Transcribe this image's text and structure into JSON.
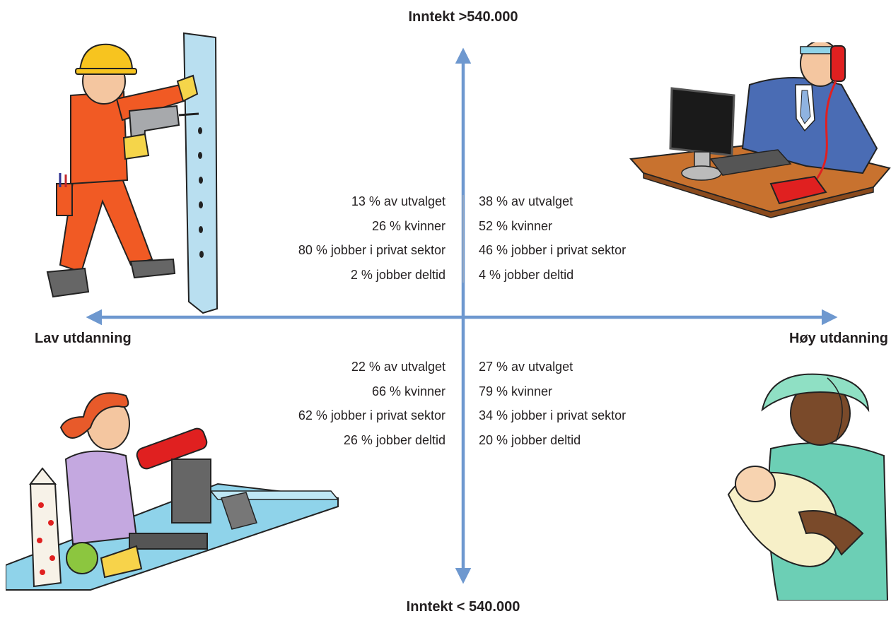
{
  "axes": {
    "top": "Inntekt >540.000",
    "bottom": "Inntekt < 540.000",
    "left": "Lav utdanning",
    "right": "Høy utdanning"
  },
  "quadrants": {
    "top_left": [
      "13 % av utvalget",
      "26 % kvinner",
      "80 % jobber i privat sektor",
      "2 % jobber deltid"
    ],
    "top_right": [
      "38 % av utvalget",
      "52 % kvinner",
      "46 % jobber i privat sektor",
      "4 % jobber deltid"
    ],
    "bottom_left": [
      "22 % av utvalget",
      "66 % kvinner",
      "62 % jobber i privat sektor",
      "26 % jobber deltid"
    ],
    "bottom_right": [
      "27 % av utvalget",
      "79 % kvinner",
      "34 % jobber i privat sektor",
      "20 % jobber deltid"
    ]
  },
  "colors": {
    "axis": "#6e98cf",
    "divider": "#b8b8b8"
  },
  "illustrations": [
    "construction-worker-illustration",
    "office-worker-illustration",
    "cashier-illustration",
    "nurse-with-baby-illustration"
  ]
}
